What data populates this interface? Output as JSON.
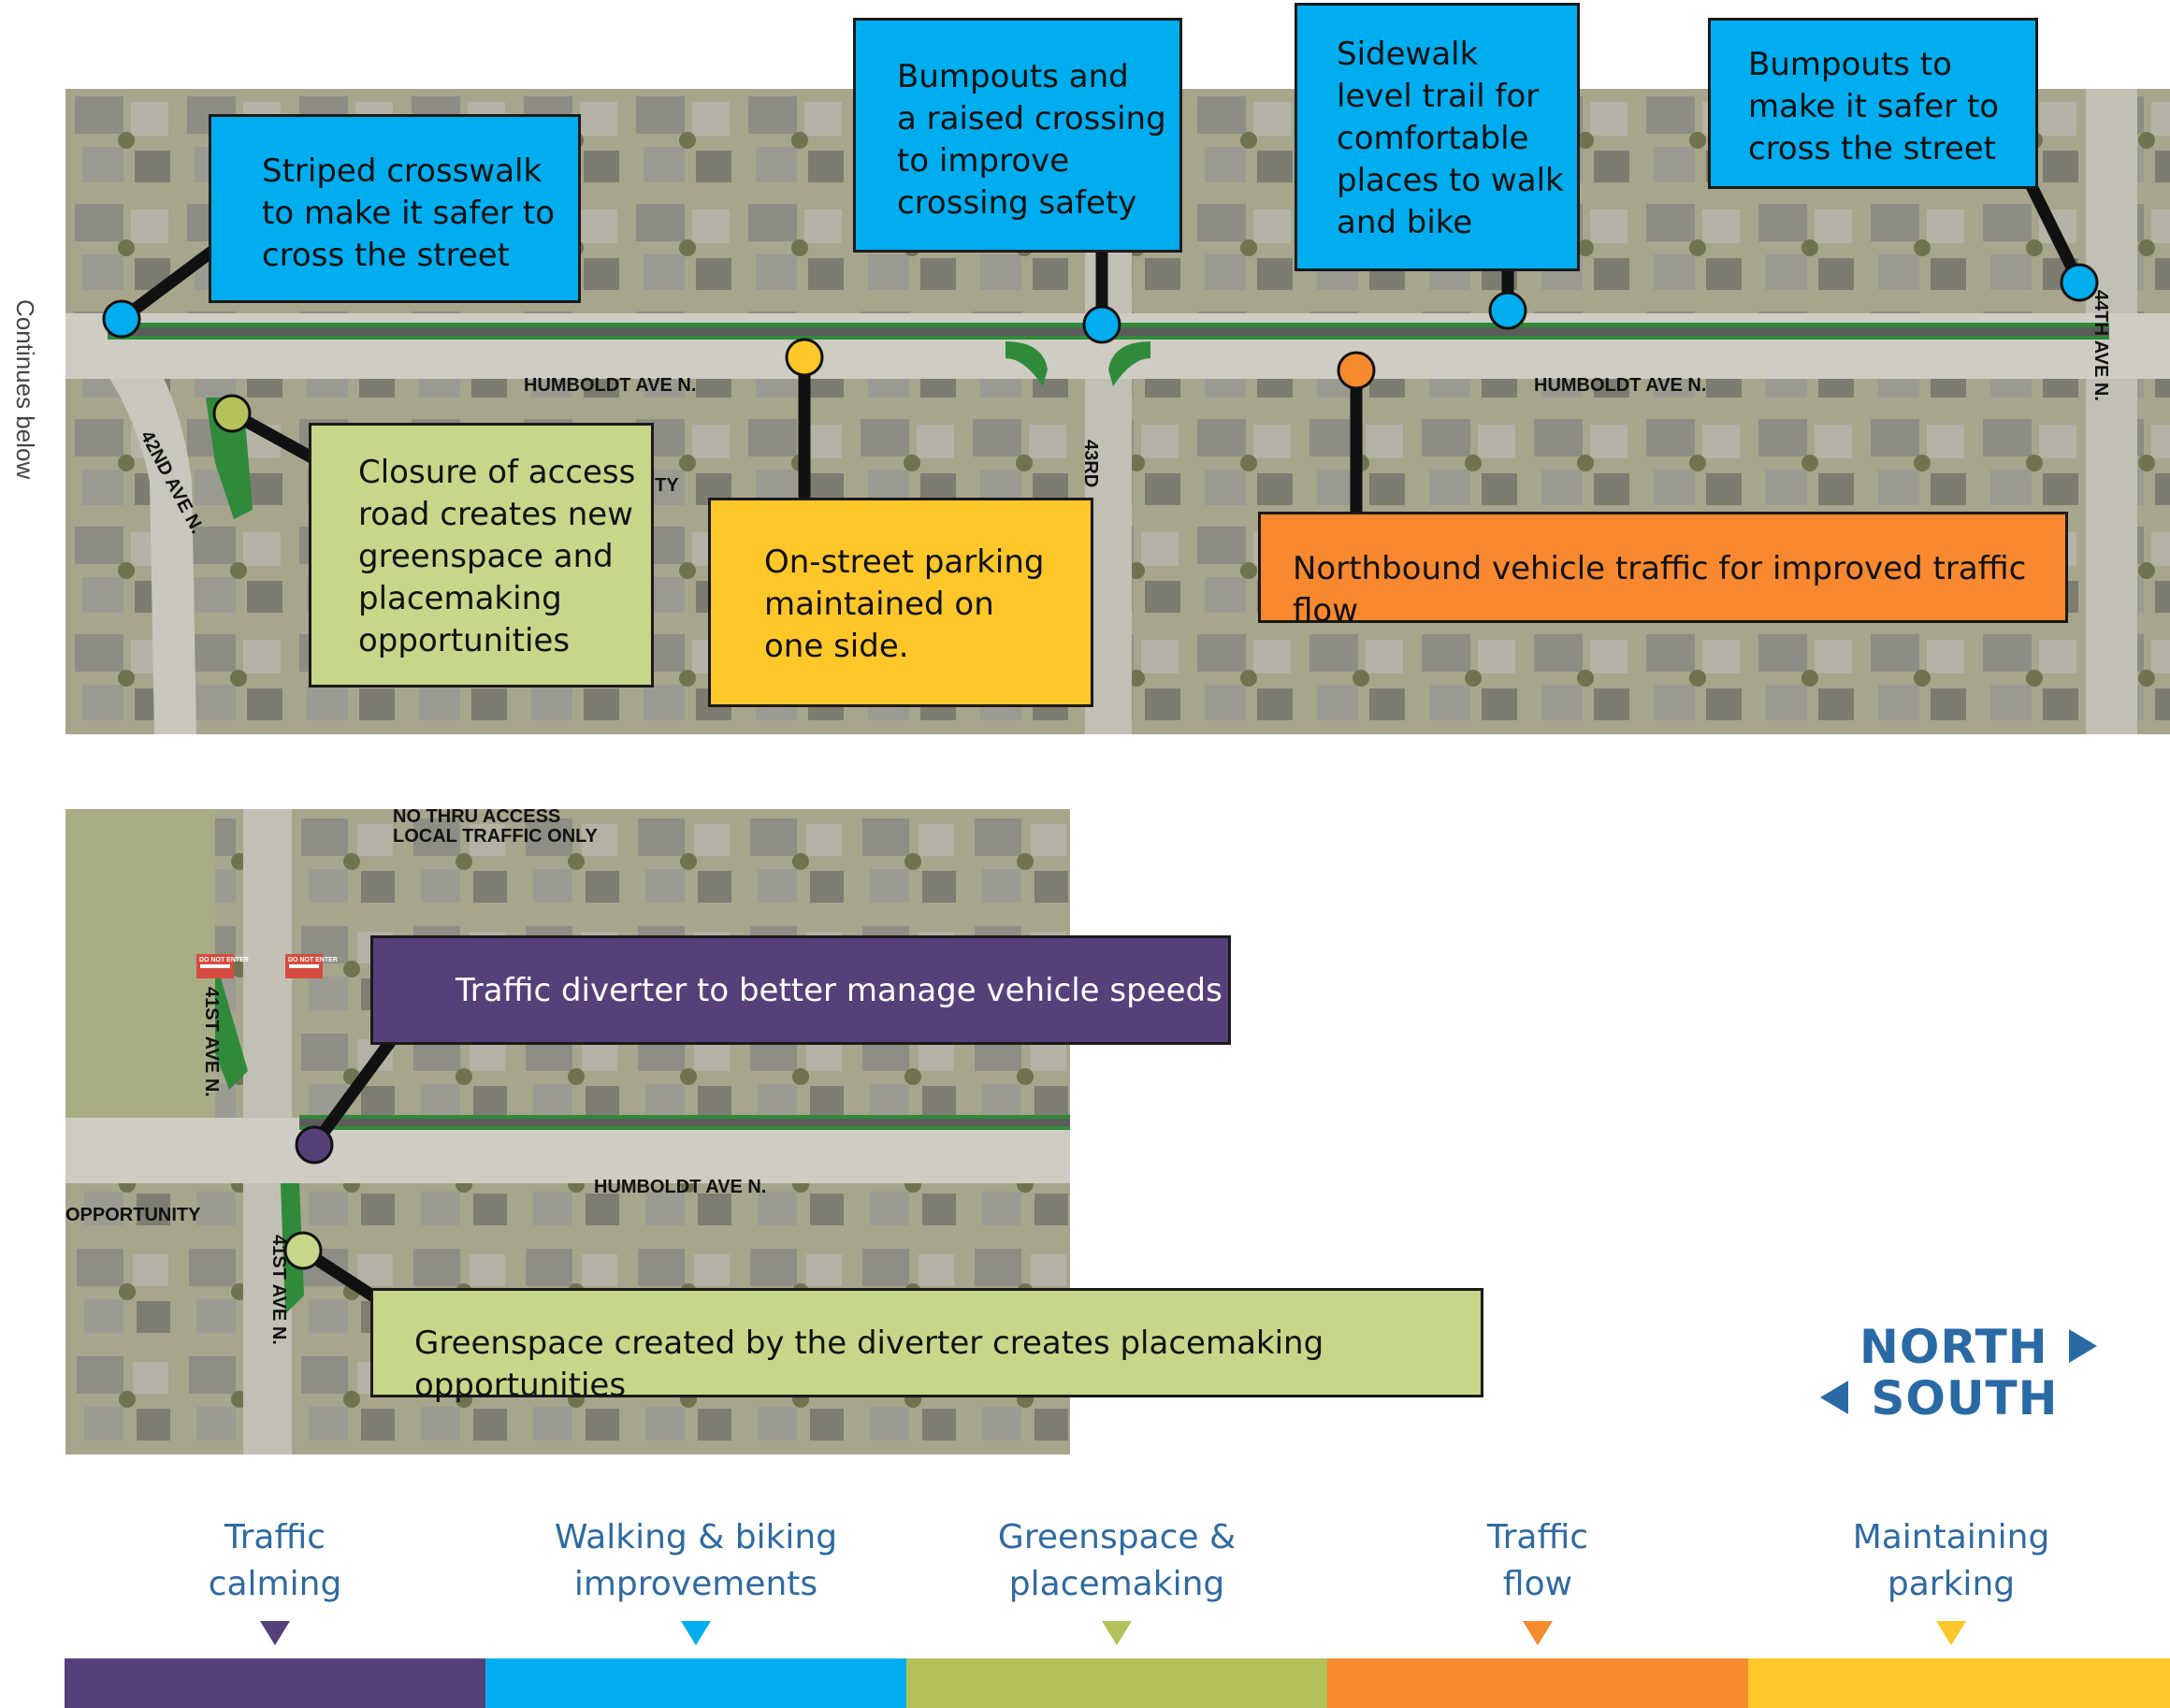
{
  "side_note": "Continues below",
  "colors": {
    "traffic_calming": "#55407a",
    "walking_biking": "#00aeef",
    "greenspace": "#b5c15b",
    "traffic_flow": "#f58a2e",
    "parking": "#fdc629",
    "compass": "#2a6aa4"
  },
  "map_top": {
    "street_labels": {
      "humboldt_west": "HUMBOLDT AVE N.",
      "humboldt_east": "HUMBOLDT AVE N.",
      "ave_42": "42ND AVE N.",
      "ave_43": "43RD",
      "ave_44": "44TH AVE N.",
      "partial": "TY"
    },
    "callouts": {
      "striped_crosswalk": "Striped crosswalk\nto make it safer to\ncross the street",
      "bumpouts_raised": "Bumpouts and\na raised crossing\nto improve\ncrossing safety",
      "sidewalk_trail": "Sidewalk\nlevel trail for\ncomfortable\nplaces to walk\nand bike",
      "bumpouts_44th": "Bumpouts to\nmake it safer to\ncross the street",
      "closure_access": "Closure of access\nroad creates new\ngreenspace and\nplacemaking\nopportunities",
      "on_street_parking": "On-street parking\nmaintained on\none side.",
      "northbound": "Northbound vehicle traffic for improved traffic flow"
    }
  },
  "map_bottom": {
    "street_labels": {
      "humboldt": "HUMBOLDT AVE N.",
      "ave_41_upper": "41ST AVE N.",
      "ave_41_lower": "41ST AVE N.",
      "opportunity": "OPPORTUNITY",
      "no_thru": "NO THRU ACCESS",
      "local_only": "LOCAL TRAFFIC ONLY",
      "do_not_enter": "DO NOT ENTER"
    },
    "callouts": {
      "traffic_diverter": "Traffic diverter to better manage vehicle speeds",
      "greenspace_diverter": "Greenspace created by the diverter creates placemaking opportunities"
    }
  },
  "compass": {
    "north": "NORTH",
    "south": "SOUTH"
  },
  "legend": [
    {
      "label": "Traffic\ncalming",
      "color": "#55407a",
      "tri_color": "#55407a"
    },
    {
      "label": "Walking & biking\nimprovements",
      "color": "#00aeef",
      "tri_color": "#00aeef"
    },
    {
      "label": "Greenspace &\nplacemaking",
      "color": "#b5c15b",
      "tri_color": "#b5c15b"
    },
    {
      "label": "Traffic\nflow",
      "color": "#f58a2e",
      "tri_color": "#f58a2e"
    },
    {
      "label": "Maintaining\nparking",
      "color": "#fdc629",
      "tri_color": "#fdc629"
    }
  ]
}
